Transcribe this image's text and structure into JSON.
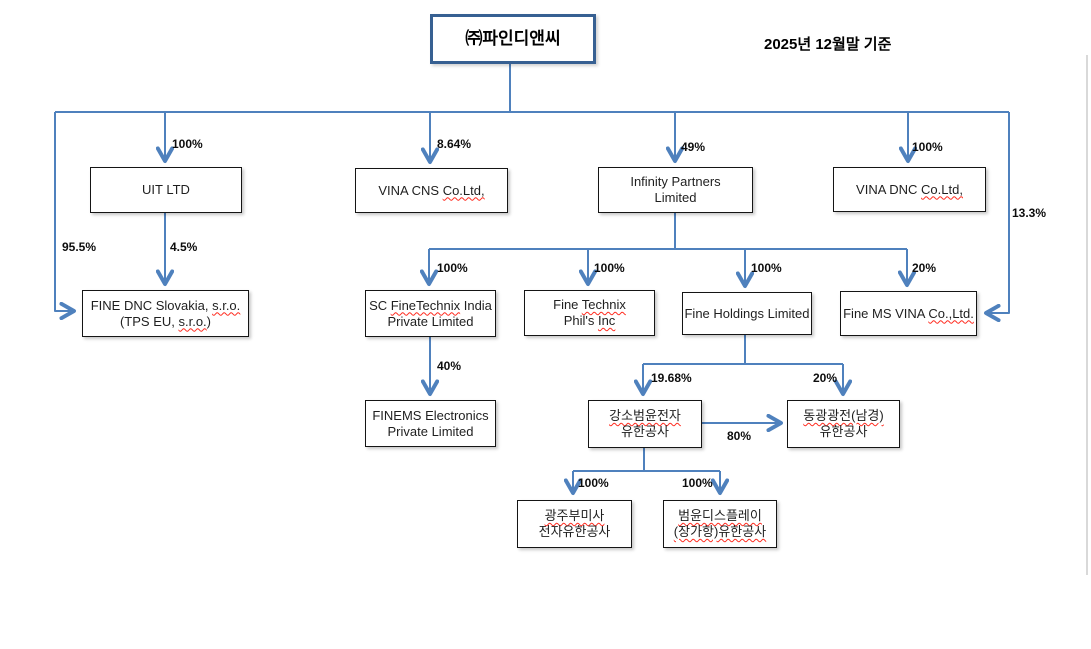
{
  "title_box": {
    "label": "㈜파인디앤씨"
  },
  "date_note": "2025년 12월말 기준",
  "colors": {
    "line_blue": "#4f81bd",
    "title_border": "#376092",
    "squiggle_red": "#ff2a1e"
  },
  "nodes": {
    "uit": {
      "label": "UIT LTD"
    },
    "vina_cns": {
      "pre": "VINA CNS ",
      "squiggle": "Co.Ltd,"
    },
    "infinity": {
      "line1": "Infinity Partners",
      "line2": "Limited"
    },
    "vina_dnc": {
      "pre": "VINA DNC ",
      "squiggle": "Co.Ltd,"
    },
    "fine_dnc_slovakia": {
      "l1_pre": "FINE DNC Slovakia, ",
      "l1_sq": "s.r.o.",
      "l2_pre": "(TPS EU, ",
      "l2_sq": "s.r.o.",
      "l2_post": ")"
    },
    "sc_finetechnix": {
      "l1_pre": "SC ",
      "l1_sq": "FineTechnix",
      "l1_post": " India",
      "line2": "Private Limited"
    },
    "fine_technix_phils": {
      "l1_pre": "Fine ",
      "l1_sq": "Technix",
      "l2_pre": "Phil's ",
      "l2_sq": "Inc"
    },
    "fine_holdings": {
      "label": "Fine Holdings Limited"
    },
    "fine_ms_vina": {
      "pre": "Fine MS VINA ",
      "squiggle": "Co.,Ltd."
    },
    "finems_electronics": {
      "line1": "FINEMS Electronics",
      "line2": "Private Limited"
    },
    "jiangsu_beomyun": {
      "l1_sq": "강소범윤전자",
      "line2": "유한공사"
    },
    "dongguang": {
      "l1_sq": "동광광전(남경)",
      "line2": "유한공사"
    },
    "gwangju_bumisa": {
      "l1_sq": "광주부미사",
      "line2": "전자유한공사"
    },
    "beomyun_display": {
      "l1_sq": "범윤디스플레이",
      "l2_sq": "(장가항)유한공사"
    }
  },
  "percents": {
    "uit": "100%",
    "vina_cns": "8.64%",
    "infinity": "49%",
    "vina_dnc": "100%",
    "left_to_slovakia": "95.5%",
    "uit_to_slovakia": "4.5%",
    "right_to_fine_ms": "13.3%",
    "sc_finetechnix": "100%",
    "fine_technix_phils": "100%",
    "fine_holdings": "100%",
    "fine_ms_vina": "20%",
    "finems": "40%",
    "jiangsu": "19.68%",
    "dongguang": "20%",
    "cross_holding": "80%",
    "gwangju": "100%",
    "beomyun": "100%"
  }
}
